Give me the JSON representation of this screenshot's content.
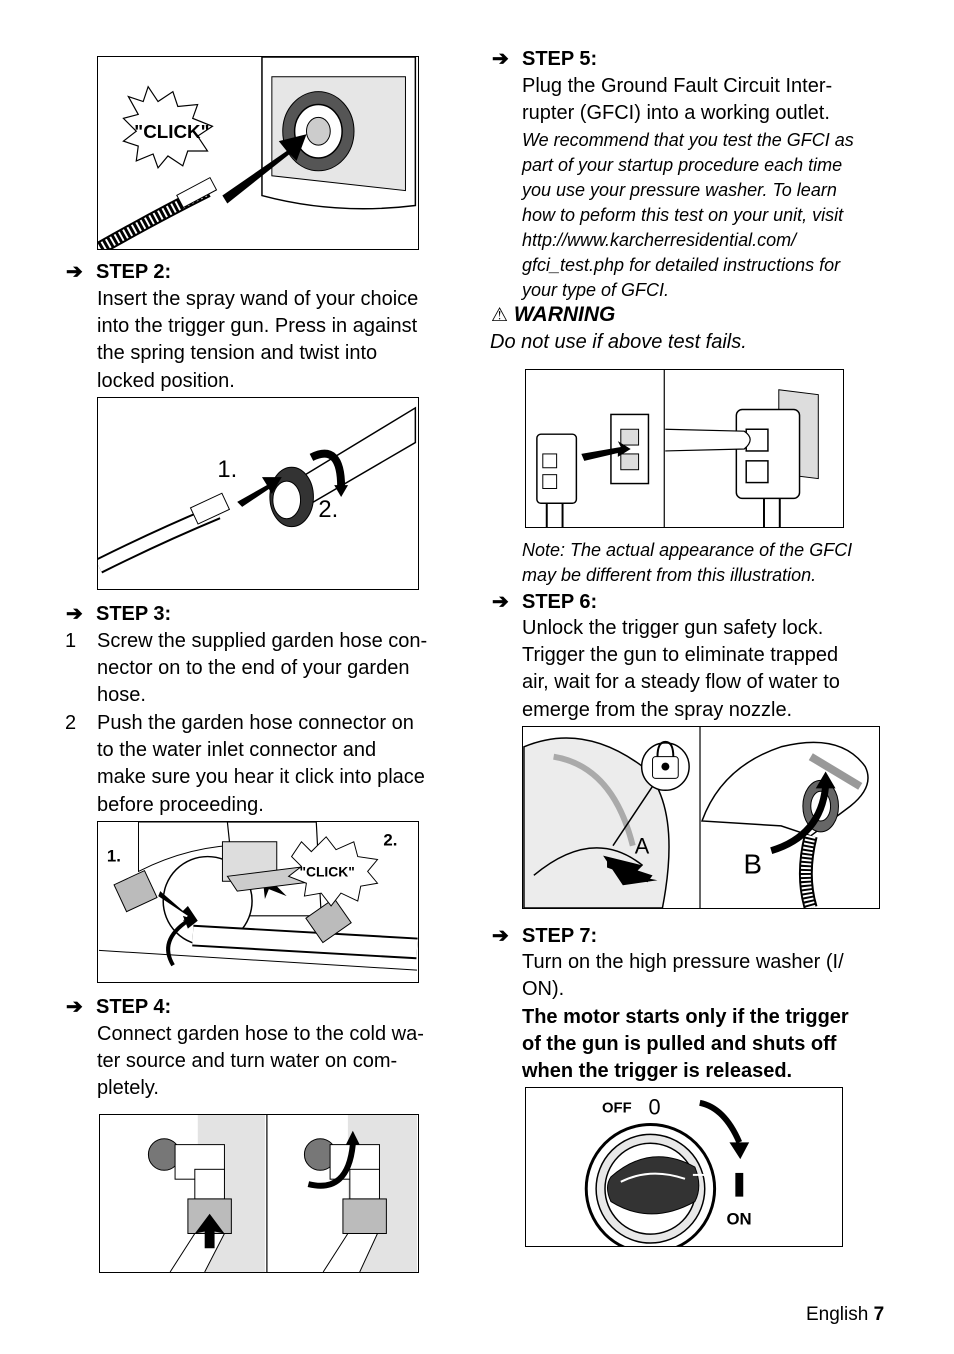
{
  "figures": {
    "click_label": "\"CLICK\"",
    "wand_label_1": "1.",
    "wand_label_2": "2.",
    "hose_label_1": "1.",
    "hose_label_2": "2.",
    "hose_click": "\"CLICK\"",
    "trigger_label_a": "A",
    "trigger_label_b": "B",
    "switch_off": "OFF",
    "switch_zero": "0",
    "switch_on": "ON"
  },
  "step2": {
    "title": "STEP 2:",
    "lines": [
      "Insert the spray wand of your choice",
      "into the trigger gun. Press in against",
      "the spring tension and twist into",
      "locked position."
    ]
  },
  "step3": {
    "title": "STEP 3:",
    "items": [
      {
        "num": "1",
        "lines": [
          "Screw the supplied garden hose con-",
          "nector on to the end of your garden",
          "hose."
        ]
      },
      {
        "num": "2",
        "lines": [
          "Push the garden hose connector on",
          "to the water inlet connector and",
          "make sure you hear it click into place",
          "before proceeding."
        ]
      }
    ]
  },
  "step4": {
    "title": "STEP 4:",
    "lines": [
      "Connect garden hose to the cold wa-",
      "ter source and turn water on com-",
      "pletely."
    ]
  },
  "step5": {
    "title": "STEP 5:",
    "lines": [
      "Plug the Ground Fault Circuit Inter-",
      "rupter (GFCI) into a working outlet."
    ],
    "italic_lines": [
      "We recommend that you test the GFCI as",
      "part of your startup procedure each time",
      "you use your pressure washer. To learn",
      "how to peform this test on your unit, visit",
      "http://www.karcherresidential.com/",
      "gfci_test.php for detailed instructions for",
      "your type of GFCI."
    ]
  },
  "warning": {
    "title": "WARNING",
    "text": "Do not use if above test fails."
  },
  "note": {
    "lines": [
      "Note: The actual appearance of the GFCI",
      "may be different from this illustration."
    ]
  },
  "step6": {
    "title": "STEP 6:",
    "lines": [
      "Unlock the trigger gun safety lock.",
      "Trigger the gun to eliminate trapped",
      "air, wait for a steady flow of water to",
      "emerge from the spray nozzle."
    ]
  },
  "step7": {
    "title": "STEP 7:",
    "lines": [
      "Turn on the high pressure washer (I/",
      "ON)."
    ],
    "bold_lines": [
      "The motor starts only if the trigger",
      "of the gun is pulled and shuts off",
      "when the trigger is released."
    ]
  },
  "footer": {
    "language": "English",
    "page": "7"
  },
  "icons": {
    "step_arrow": "➔",
    "warning_icon": "⚠"
  }
}
